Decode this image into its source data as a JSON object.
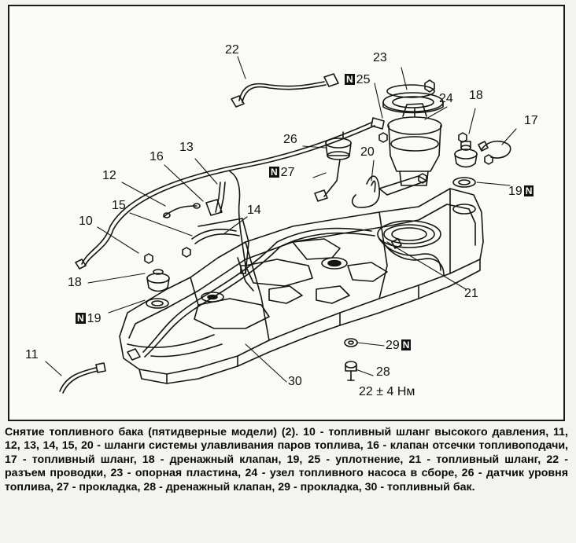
{
  "diagram": {
    "callouts": [
      {
        "num": "22",
        "n": false
      },
      {
        "num": "23",
        "n": false
      },
      {
        "num": "25",
        "n": true,
        "n_side": "left"
      },
      {
        "num": "24",
        "n": false
      },
      {
        "num": "18",
        "n": false
      },
      {
        "num": "17",
        "n": false
      },
      {
        "num": "26",
        "n": false
      },
      {
        "num": "27",
        "n": true,
        "n_side": "left"
      },
      {
        "num": "20",
        "n": false
      },
      {
        "num": "13",
        "n": false
      },
      {
        "num": "16",
        "n": false
      },
      {
        "num": "12",
        "n": false
      },
      {
        "num": "15",
        "n": false
      },
      {
        "num": "14",
        "n": false
      },
      {
        "num": "10",
        "n": false
      },
      {
        "num": "19",
        "n": true,
        "n_side": "right"
      },
      {
        "num": "18",
        "n": false
      },
      {
        "num": "19",
        "n": true,
        "n_side": "left"
      },
      {
        "num": "21",
        "n": false
      },
      {
        "num": "11",
        "n": false
      },
      {
        "num": "30",
        "n": false
      },
      {
        "num": "29",
        "n": true,
        "n_side": "right"
      },
      {
        "num": "28",
        "n": false
      }
    ],
    "n_marker": "N",
    "torque_spec": "22 ± 4 Нм"
  },
  "caption": "Снятие топливного бака (пятидверные модели) (2). 10 - топливный шланг высокого давления, 11, 12, 13, 14, 15, 20 - шланги системы улавливания паров топлива, 16 - клапан отсечки топливоподачи, 17 - топливный шланг, 18 - дренажный клапан, 19, 25 - уплотнение, 21 - топливный шланг, 22 - разъем проводки, 23 - опорная пластина, 24 - узел топливного насоса в сборе, 26 - датчик уровня топлива, 27 - прокладка, 28 - дренажный клапан, 29 - прокладка, 30 - топливный бак."
}
